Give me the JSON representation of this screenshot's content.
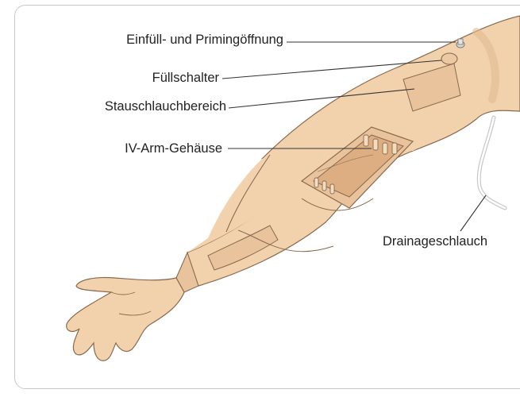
{
  "labels": {
    "priming_port": "Einfüll- und Primingöffnung",
    "fill_switch": "Füllschalter",
    "tourniquet_area": "Stauschlauchbereich",
    "iv_arm_housing": "IV-Arm-Gehäuse",
    "drainage_tube": "Drainageschlauch"
  },
  "colors": {
    "skin": "#f1d2ad",
    "skin_shadow": "#e2bb91",
    "outline": "#8a6a4e",
    "leader": "#333333",
    "frame": "#c8c8c8"
  }
}
